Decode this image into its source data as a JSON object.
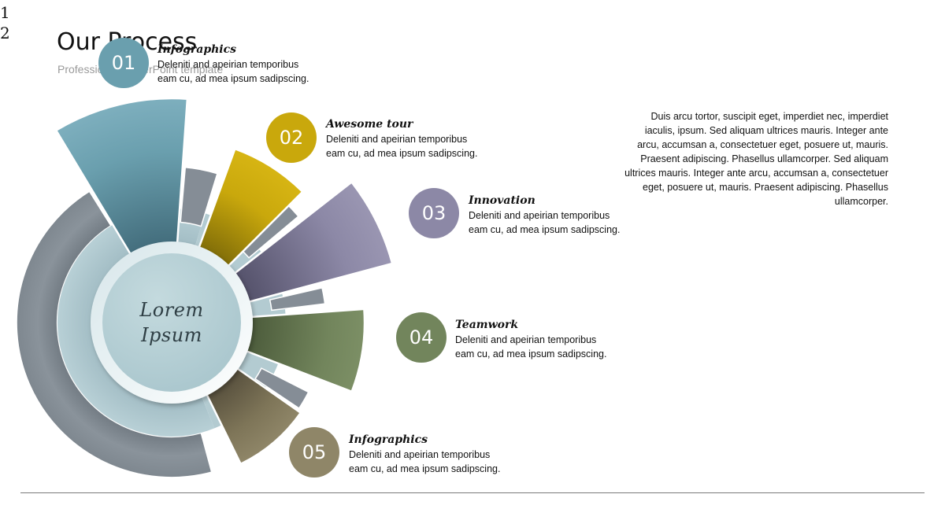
{
  "corner_numbers": [
    "1",
    "2"
  ],
  "title": "Our Process",
  "subtitle": "Professional PowerPoint template",
  "center_label": [
    "Lorem",
    "Ipsum"
  ],
  "colors": {
    "teal": "#6a9fae",
    "gold": "#c9a80c",
    "purple": "#8c88a6",
    "green": "#72855c",
    "brown": "#8f8668",
    "gray_ring": "#868e97",
    "light_ring": "#b6cdd3"
  },
  "steps": [
    {
      "number": "01",
      "title": "Infographics",
      "description": "Deleniti and apeirian temporibus\neam cu, ad mea ipsum sadipscing.",
      "color": "#6a9fae"
    },
    {
      "number": "02",
      "title": "Awesome tour",
      "description": "Deleniti and apeirian temporibus\neam cu, ad mea ipsum sadipscing.",
      "color": "#c9a80c"
    },
    {
      "number": "03",
      "title": "Innovation",
      "description": "Deleniti and apeirian temporibus\neam cu, ad mea ipsum sadipscing.",
      "color": "#8c88a6"
    },
    {
      "number": "04",
      "title": "Teamwork",
      "description": "Deleniti and apeirian temporibus\neam cu, ad mea ipsum sadipscing.",
      "color": "#72855c"
    },
    {
      "number": "05",
      "title": "Infographics",
      "description": "Deleniti and apeirian temporibus\neam cu, ad mea ipsum sadipscing.",
      "color": "#8f8668"
    }
  ],
  "side_paragraph": "Duis arcu tortor, suscipit eget, imperdiet nec, imperdiet iaculis, ipsum. Sed aliquam ultrices mauris. Integer ante arcu, accumsan a, consectetuer eget, posuere ut, mauris. Praesent adipiscing. Phasellus ullamcorper. Sed aliquam ultrices mauris. Integer ante arcu, accumsan a, consectetuer eget, posuere ut, mauris. Praesent adipiscing. Phasellus ullamcorper."
}
